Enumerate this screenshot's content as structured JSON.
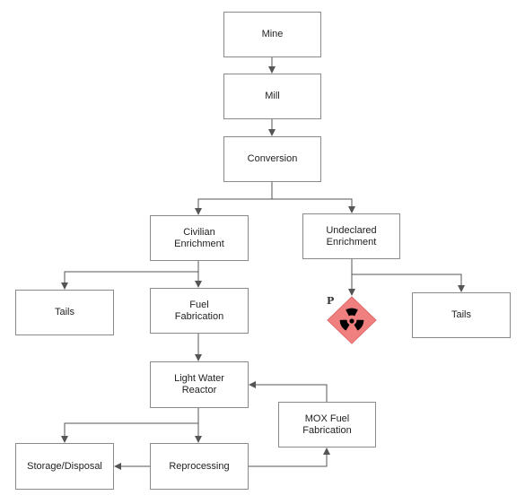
{
  "nodes": {
    "mine": "Mine",
    "mill": "Mill",
    "conversion": "Conversion",
    "civilian_enrichment": "Civilian\nEnrichment",
    "undeclared_enrichment": "Undeclared\nEnrichment",
    "tails_left": "Tails",
    "fuel_fabrication": "Fuel\nFabrication",
    "tails_right": "Tails",
    "light_water_reactor": "Light Water\nReactor",
    "mox_fuel_fabrication": "MOX Fuel\nFabrication",
    "storage_disposal": "Storage/Disposal",
    "reprocessing": "Reprocessing"
  },
  "hazard": {
    "marker_letter": "P",
    "icon": "radiation-hazard-icon",
    "background_color": "#f08080",
    "symbol_color": "#000000"
  },
  "colors": {
    "line": "#555555",
    "border": "#8a8a8a"
  }
}
